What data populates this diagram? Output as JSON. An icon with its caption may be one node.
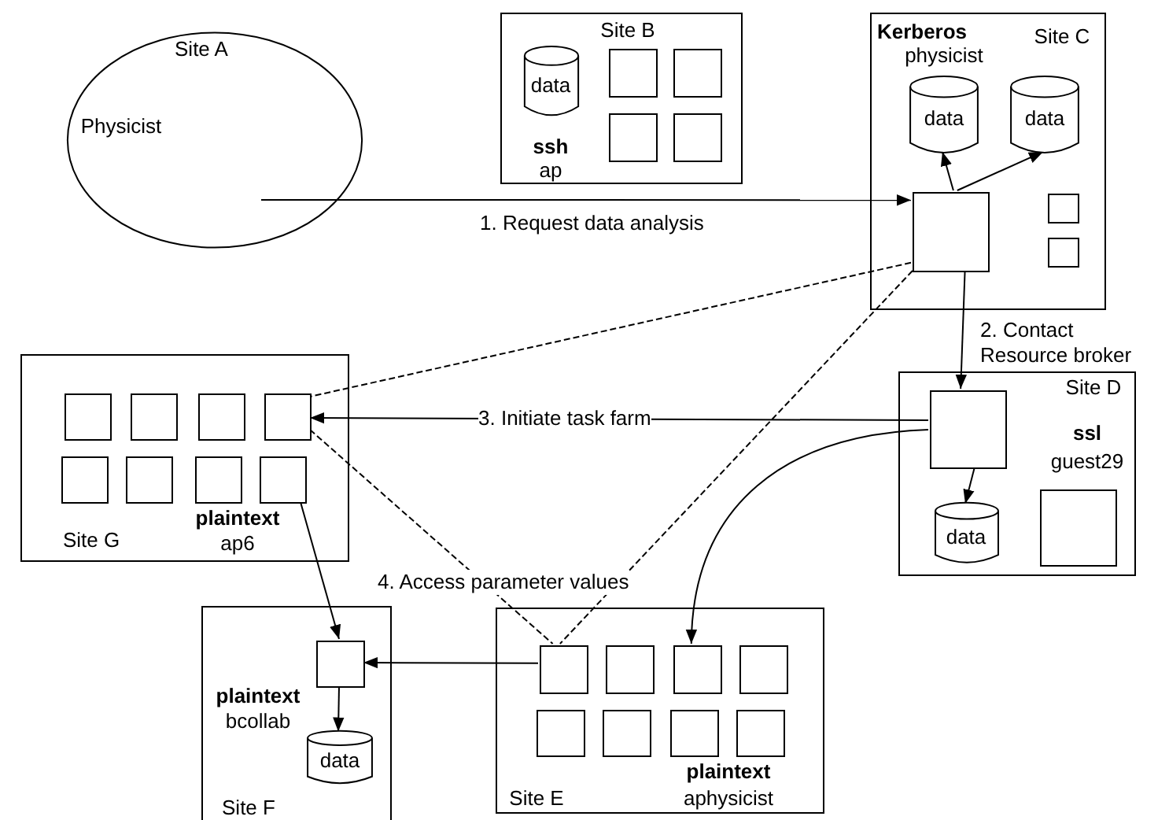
{
  "diagram": {
    "nodes": [
      {
        "text": [
          "Site A",
          "Physicist"
        ]
      },
      {
        "text": [
          "Site B",
          "ssh",
          "ap"
        ]
      },
      {
        "text": [
          "data"
        ],
        "in": 1
      },
      {
        "text": [],
        "shape": "box",
        "in": 1
      },
      {
        "text": [],
        "shape": "box",
        "in": 1
      },
      {
        "text": [],
        "shape": "box",
        "in": 1
      },
      {
        "text": [],
        "shape": "box",
        "in": 1
      },
      {
        "text": [
          "Kerberos",
          "physicist",
          "Site C"
        ]
      },
      {
        "text": [
          "data"
        ],
        "in": 7
      },
      {
        "text": [
          "data"
        ],
        "in": 7
      },
      {
        "text": [],
        "shape": "box",
        "in": 7
      },
      {
        "text": [],
        "shape": "box",
        "in": 7
      },
      {
        "text": [],
        "shape": "box",
        "in": 7
      },
      {
        "text": [
          "Site D",
          "ssl",
          "guest29"
        ]
      },
      {
        "text": [],
        "shape": "box",
        "in": 13
      },
      {
        "text": [
          "data"
        ],
        "in": 13
      },
      {
        "text": [],
        "shape": "box",
        "in": 13
      },
      {
        "text": [
          "Site G",
          "plaintext",
          "ap6"
        ]
      },
      {
        "text": [],
        "shape": "box",
        "in": 17
      },
      {
        "text": [],
        "shape": "box",
        "in": 17
      },
      {
        "text": [],
        "shape": "box",
        "in": 17
      },
      {
        "text": [],
        "shape": "box",
        "in": 17
      },
      {
        "text": [],
        "shape": "box",
        "in": 17
      },
      {
        "text": [],
        "shape": "box",
        "in": 17
      },
      {
        "text": [],
        "shape": "box",
        "in": 17
      },
      {
        "text": [],
        "shape": "box",
        "in": 17
      },
      {
        "text": [
          "plaintext",
          "bcollab",
          "Site F"
        ]
      },
      {
        "text": [],
        "shape": "box",
        "in": 26
      },
      {
        "text": [
          "data"
        ],
        "in": 26
      },
      {
        "text": [
          "Site E",
          "plaintext",
          "aphysicist"
        ]
      },
      {
        "text": [],
        "shape": "box",
        "in": 29
      },
      {
        "text": [],
        "shape": "box",
        "in": 29
      },
      {
        "text": [],
        "shape": "box",
        "in": 29
      },
      {
        "text": [],
        "shape": "box",
        "in": 29
      },
      {
        "text": [],
        "shape": "box",
        "in": 29
      },
      {
        "text": [],
        "shape": "box",
        "in": 29
      },
      {
        "text": [],
        "shape": "box",
        "in": 29
      },
      {
        "text": [],
        "shape": "box",
        "in": 29
      }
    ],
    "edges": [
      {
        "from": 0,
        "to": 10,
        "arrow": "to",
        "label": "1. Request data analysis"
      },
      {
        "from": 10,
        "to": 8,
        "arrow": "to"
      },
      {
        "from": 10,
        "to": 9,
        "arrow": "to"
      },
      {
        "from": 10,
        "to": 14,
        "arrow": "to",
        "label": "2. Contact Resource broker"
      },
      {
        "from": 10,
        "to": 21,
        "arrow": "none",
        "style": "dashed"
      },
      {
        "from": 10,
        "to": 30,
        "arrow": "none",
        "style": "dashed"
      },
      {
        "from": 21,
        "to": 30,
        "arrow": "none",
        "style": "dashed"
      },
      {
        "from": 14,
        "to": 21,
        "arrow": "to",
        "label": "3. Initiate task farm"
      },
      {
        "from": 14,
        "to": 15,
        "arrow": "to"
      },
      {
        "from": 14,
        "to": 32,
        "arrow": "to"
      },
      {
        "from": 25,
        "to": 27,
        "arrow": "to"
      },
      {
        "from": 30,
        "to": 27,
        "arrow": "to"
      },
      {
        "from": 27,
        "to": 28,
        "arrow": "to"
      }
    ],
    "labels": [
      "4. Access parameter values"
    ]
  }
}
